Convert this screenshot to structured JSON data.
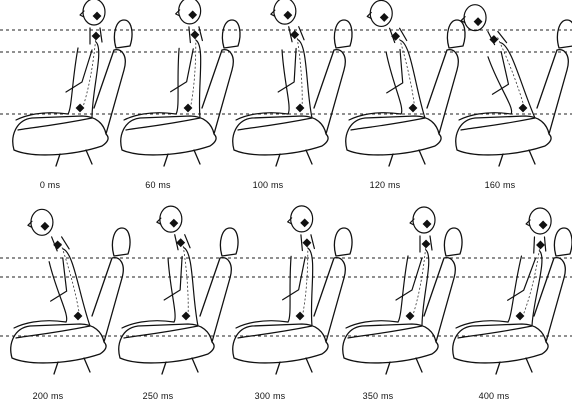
{
  "panels": [
    {
      "time_label": "0 ms"
    },
    {
      "time_label": "60 ms"
    },
    {
      "time_label": "100 ms"
    },
    {
      "time_label": "120 ms"
    },
    {
      "time_label": "160 ms"
    },
    {
      "time_label": "200 ms"
    },
    {
      "time_label": "250 ms"
    },
    {
      "time_label": "300 ms"
    },
    {
      "time_label": "350 ms"
    },
    {
      "time_label": "400 ms"
    }
  ],
  "marker_shape": "diamond",
  "reference_line_style": "dashed",
  "colors": {
    "ink": "#111111",
    "background": "#ffffff"
  }
}
